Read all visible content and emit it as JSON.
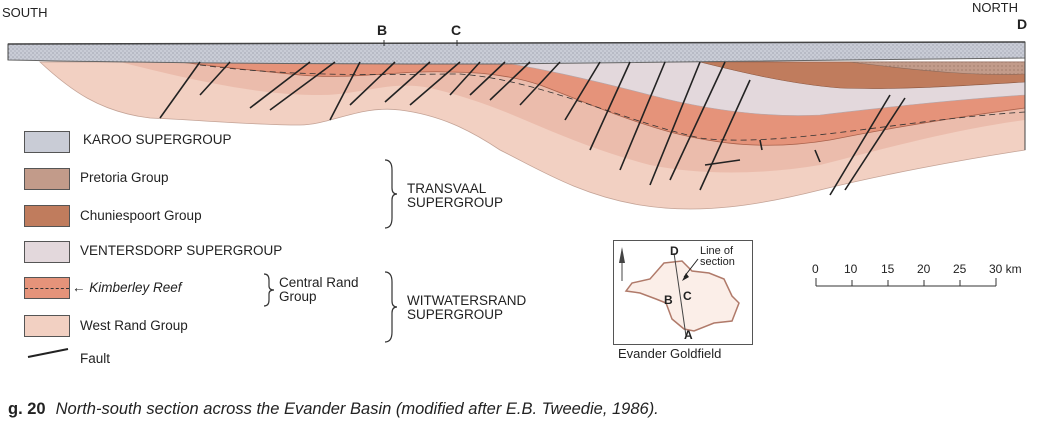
{
  "section": {
    "left_end": "SOUTH",
    "right_end": "NORTH",
    "markers": [
      "B",
      "C",
      "D"
    ]
  },
  "legend": {
    "items": [
      {
        "label": "KAROO SUPERGROUP",
        "color": "#c9ccd6"
      },
      {
        "label": "Pretoria Group",
        "color": "#c29b8a"
      },
      {
        "label": "Chuniespoort Group",
        "color": "#c07c5d"
      },
      {
        "label": "VENTERSDORP SUPERGROUP",
        "color": "#e3d8dc"
      },
      {
        "label": "Kimberley Reef",
        "color": "#e5937a"
      },
      {
        "label": "West Rand Group",
        "color": "#f2d0c2"
      },
      {
        "label": "Fault",
        "color": "#222222"
      }
    ],
    "central_rand": "Central Rand\nGroup",
    "transvaal": "TRANSVAAL\nSUPERGROUP",
    "witwatersrand": "WITWATERSRAND\nSUPERGROUP"
  },
  "inset": {
    "labels": [
      "D",
      "B",
      "C",
      "A"
    ],
    "line_label": "Line of\nsection",
    "caption": "Evander Goldfield"
  },
  "scale": {
    "ticks": [
      "0",
      "10",
      "15",
      "20",
      "25",
      "30 km"
    ]
  },
  "caption": {
    "fig_no": "g. 20",
    "text": "North-south section across the Evander Basin (modified after E.B. Tweedie, 1986)."
  }
}
